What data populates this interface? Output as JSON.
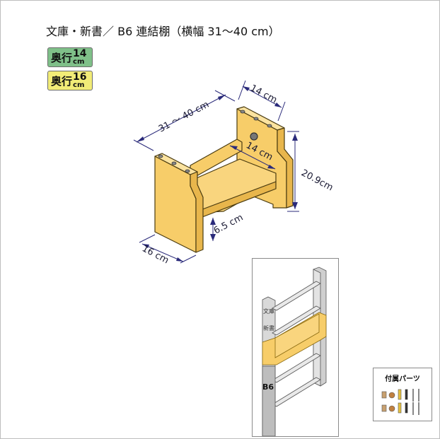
{
  "title": "文庫・新書／ B6 連結棚（横幅 31～40 cm）",
  "badges": [
    {
      "kanji": "奥行",
      "num": "14",
      "unit": "cm",
      "color": "#7fc089"
    },
    {
      "kanji": "奥行",
      "num": "16",
      "unit": "cm",
      "color": "#f2ec77"
    }
  ],
  "dimensions": {
    "width": "31 ～ 40 cm",
    "depth_top": "14 cm",
    "depth_inner": "14 cm",
    "height": "20.9cm",
    "leg": "6.5 cm",
    "depth_bottom": "16 cm"
  },
  "mini": {
    "label_top": [
      "文庫",
      "新書"
    ],
    "label_b6": "B6"
  },
  "parts_title": "付属パーツ",
  "colors": {
    "shelf_fill": "#f7cd69",
    "shelf_stroke": "#4a3b10",
    "dim_line": "#2a2a7a"
  }
}
